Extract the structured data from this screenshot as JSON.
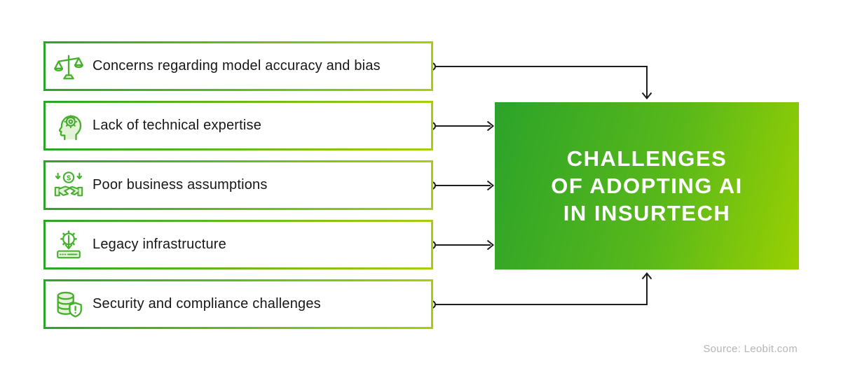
{
  "title": {
    "lines": [
      "CHALLENGES",
      "OF ADOPTING AI",
      "IN INSURTECH"
    ]
  },
  "challenges": [
    {
      "label": "Concerns regarding model accuracy and bias",
      "icon": "balance-scales-icon"
    },
    {
      "label": "Lack of technical expertise",
      "icon": "head-gear-icon"
    },
    {
      "label": "Poor business assumptions",
      "icon": "handshake-dollar-icon"
    },
    {
      "label": "Legacy infrastructure",
      "icon": "server-gear-icon"
    },
    {
      "label": "Security and compliance challenges",
      "icon": "database-shield-icon"
    }
  ],
  "source": {
    "label": "Source: Leobit.com"
  },
  "colors": {
    "box_border_gradient_start": "#2da42b",
    "box_border_gradient_end": "#a6ce0e",
    "title_gradient_start": "#2ba32a",
    "title_gradient_end": "#9ad002",
    "icon_green": "#46b02e",
    "icon_fill_light": "#e4f2d6",
    "connector": "#1d1d1b",
    "title_text": "#ffffff",
    "label_text": "#171717",
    "source_text": "#b5b5b5"
  }
}
